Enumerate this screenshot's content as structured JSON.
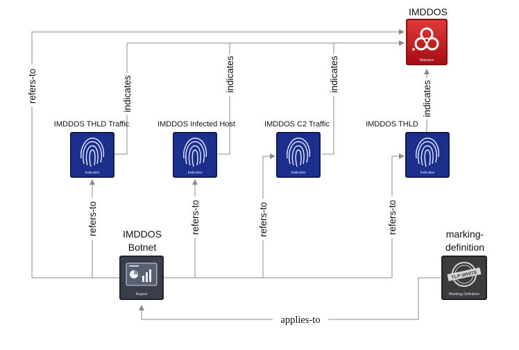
{
  "nodes": {
    "malware": {
      "label": "IMDDOS",
      "icon": "biohazard-icon",
      "caption": "Malware"
    },
    "ind_thld_traffic": {
      "label": "IMDDOS THLD Traffic",
      "icon": "fingerprint-icon",
      "caption": "Indicator"
    },
    "ind_infected_host": {
      "label": "IMDDOS Infected Host",
      "icon": "fingerprint-icon",
      "caption": "Indicator"
    },
    "ind_c2_traffic": {
      "label": "IMDDOS C2 Traffic",
      "icon": "fingerprint-icon",
      "caption": "Indicator"
    },
    "ind_thld": {
      "label": "IMDDOS THLD",
      "icon": "fingerprint-icon",
      "caption": "Indicator"
    },
    "report": {
      "label_line1": "IMDDOS",
      "label_line2": "Botnet",
      "icon": "report-icon",
      "caption": "Report"
    },
    "marking": {
      "label_line1": "marking-",
      "label_line2": "definition",
      "icon": "tlp-white-stamp-icon",
      "caption": "Marking Definition",
      "stamp_text": "TLP:WHITE"
    }
  },
  "edges": {
    "report_refers_malware": "refers-to",
    "thld_traffic_indicates": "indicates",
    "infected_host_indicates": "indicates",
    "c2_traffic_indicates": "indicates",
    "thld_indicates": "indicates",
    "refers_thld_traffic": "refers-to",
    "refers_infected_host": "refers-to",
    "refers_c2_traffic": "refers-to",
    "refers_thld": "refers-to",
    "marking_applies_to": "applies-to"
  },
  "colors": {
    "line": "#8a8a8a",
    "indicator_bg": "#1d2f8c",
    "malware_bg": "#c4161c",
    "report_bg": "#3a3d4a",
    "marking_bg": "#3c3c3c"
  }
}
